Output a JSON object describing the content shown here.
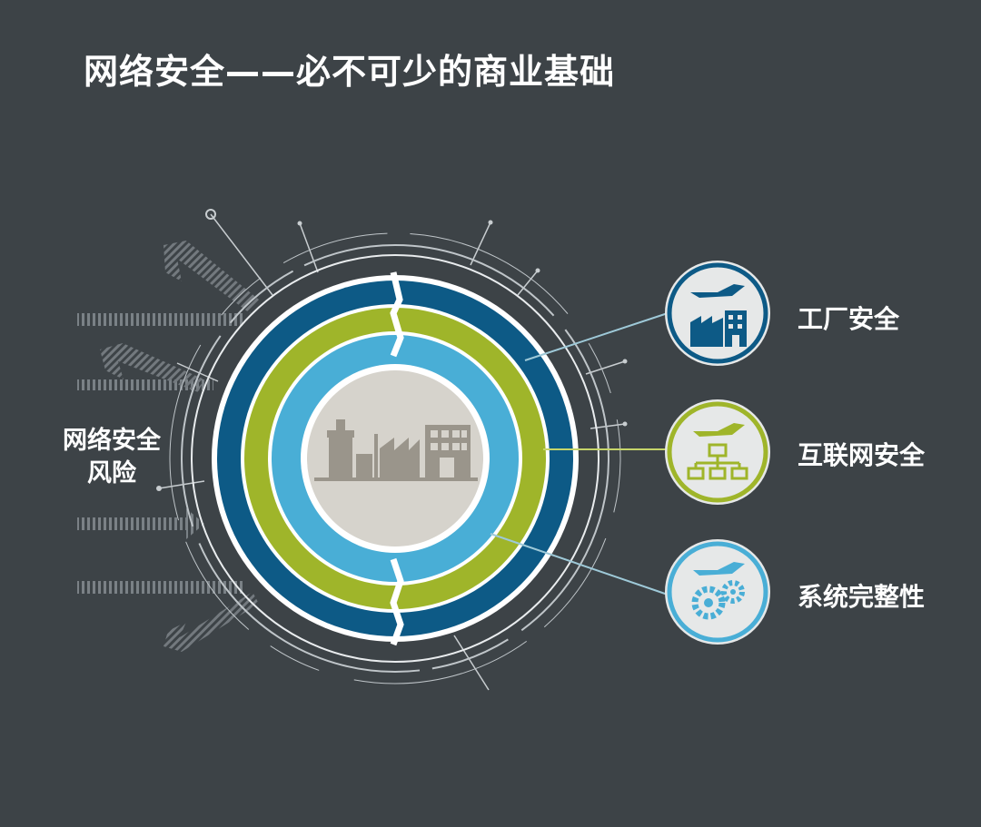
{
  "title": "网络安全——必不可少的商业基础",
  "risk_label_line1": "网络安全",
  "risk_label_line2": "风险",
  "items": [
    {
      "label": "工厂安全",
      "icon": "factory-building-icon",
      "ring_color": "#0d5a86"
    },
    {
      "label": "互联网安全",
      "icon": "network-hierarchy-icon",
      "ring_color": "#9fb52a"
    },
    {
      "label": "系统完整性",
      "icon": "gears-icon",
      "ring_color": "#49aed6"
    }
  ],
  "colors": {
    "background": "#3d4347",
    "outer_ring": "#0d5a86",
    "middle_ring": "#9fb52a",
    "inner_ring": "#49aed6",
    "center": "#d6d3cc",
    "factory": "#9a958b"
  }
}
